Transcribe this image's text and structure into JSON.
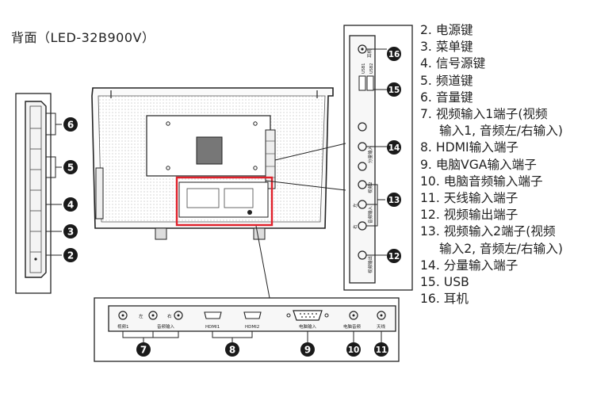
{
  "title": "背面（LED-32B900V）",
  "legend": [
    {
      "num": "2.",
      "text": "电源键"
    },
    {
      "num": "3.",
      "text": "菜单键"
    },
    {
      "num": "4.",
      "text": "信号源键"
    },
    {
      "num": "5.",
      "text": "频道键"
    },
    {
      "num": "6.",
      "text": "音量键"
    },
    {
      "num": "7.",
      "text": "视频输入1端子(视频",
      "cont": "输入1, 音频左/右输入)"
    },
    {
      "num": "8.",
      "text": "HDMI输入端子"
    },
    {
      "num": "9.",
      "text": "电脑VGA输入端子"
    },
    {
      "num": "10.",
      "text": "电脑音频输入端子"
    },
    {
      "num": "11.",
      "text": "天线输入端子"
    },
    {
      "num": "12.",
      "text": "视频输出端子"
    },
    {
      "num": "13.",
      "text": "视频输入2端子(视频",
      "cont": "输入2, 音频左/右输入)"
    },
    {
      "num": "14.",
      "text": "分量输入端子"
    },
    {
      "num": "15.",
      "text": "USB"
    },
    {
      "num": "16.",
      "text": "耳机"
    }
  ],
  "callouts": {
    "c2": "2",
    "c3": "3",
    "c4": "4",
    "c5": "5",
    "c6": "6",
    "c7": "7",
    "c8": "8",
    "c9": "9",
    "c10": "10",
    "c11": "11",
    "c12": "12",
    "c13": "13",
    "c14": "14",
    "c15": "15",
    "c16": "16"
  },
  "bottom_panel": {
    "video1": "视频1",
    "left": "左",
    "audio_in": "音频输入",
    "right": "右",
    "hdmi1": "HDMI1",
    "hdmi2": "HDMI2",
    "pc_in": "电脑输入",
    "pc_audio": "电脑音频",
    "antenna": "天线"
  },
  "right_panel": {
    "earphone": "耳机",
    "usb1": "USB1",
    "usb2": "USB2",
    "component_in": "分量输入",
    "video2": "视频2",
    "audio_in2": "音频输入",
    "left2": "左",
    "right2": "右",
    "video_out": "视频输出"
  },
  "colors": {
    "highlight": "#e0202a",
    "line": "#222222",
    "callout_fill": "#1a1a1a"
  }
}
